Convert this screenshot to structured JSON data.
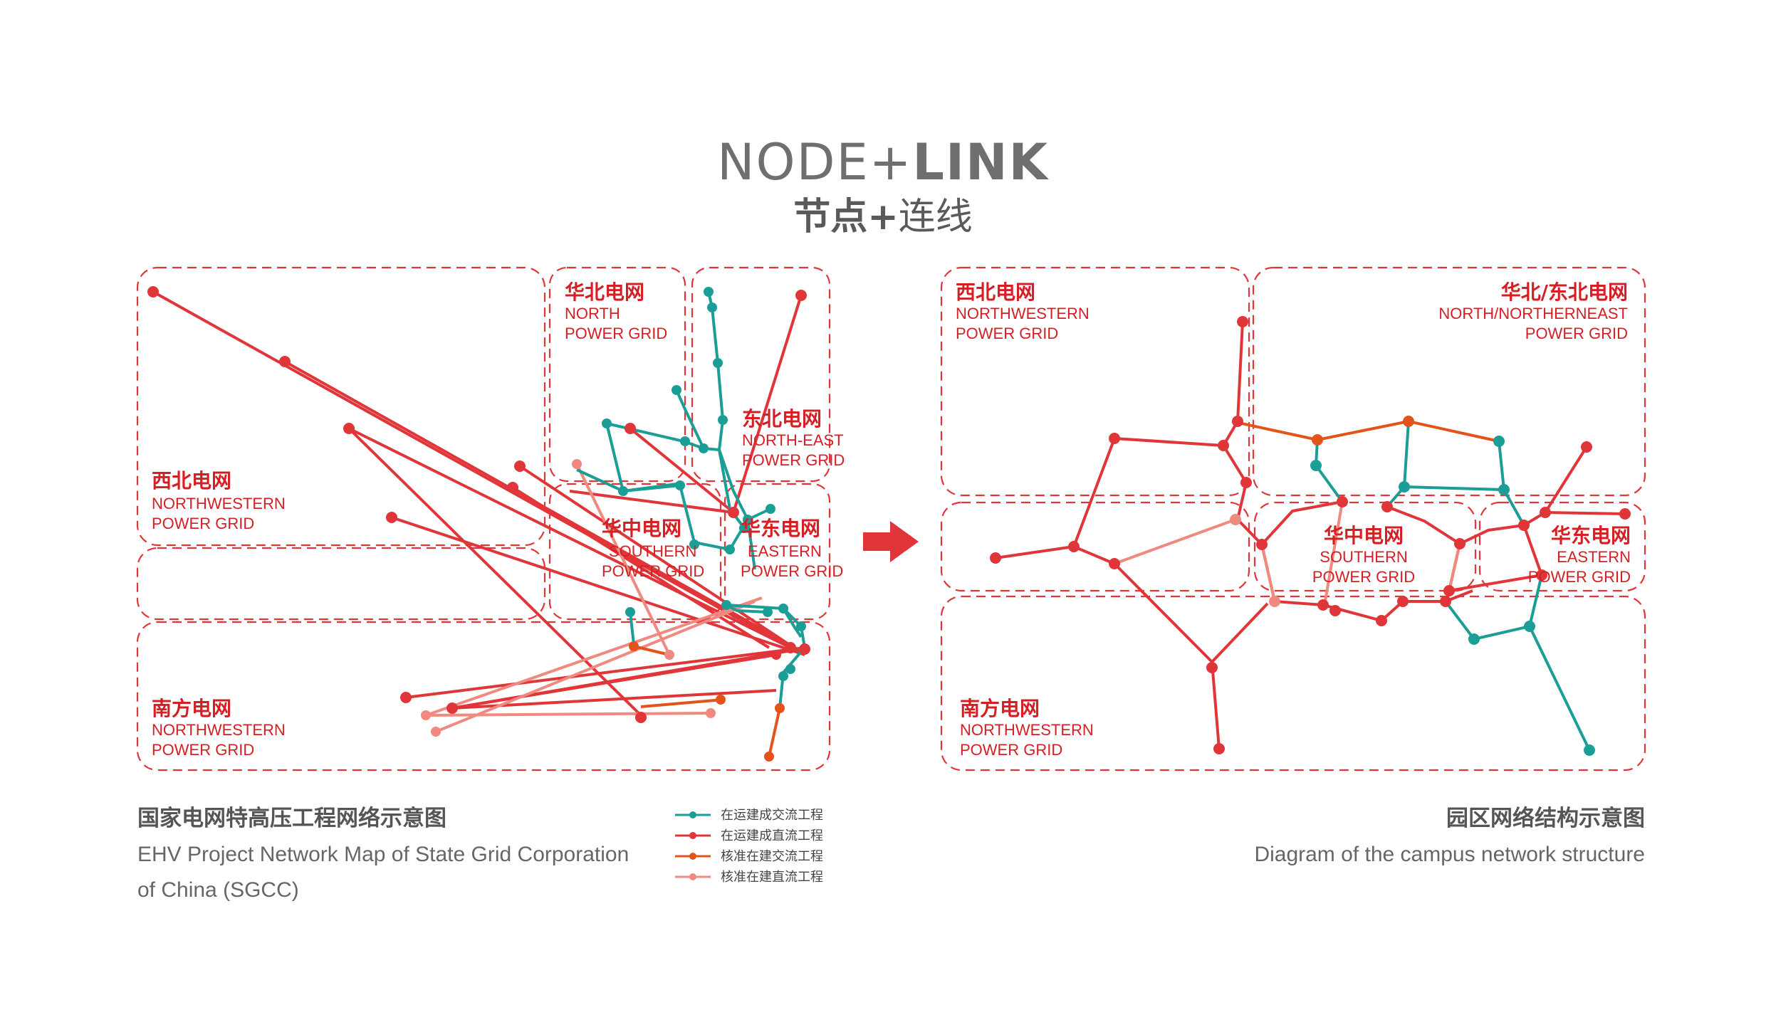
{
  "header": {
    "title_light": "NODE+",
    "title_bold": "LINK",
    "subtitle_bold": "节点+",
    "subtitle_light": "连线"
  },
  "colors": {
    "ac_built": "#1a9e96",
    "dc_built": "#e0363a",
    "ac_approved": "#e2541c",
    "dc_approved": "#f08a80",
    "region_label": "#d42024",
    "arrow": "#e0363a"
  },
  "left_map": {
    "regions": {
      "northwest": {
        "zh": "西北电网",
        "en1": "NORTHWESTERN",
        "en2": "POWER GRID"
      },
      "north": {
        "zh": "华北电网",
        "en1": "NORTH",
        "en2": "POWER GRID"
      },
      "northeast": {
        "zh": "东北电网",
        "en1": "NORTH-EAST",
        "en2": "POWER GRID"
      },
      "central": {
        "zh": "华中电网",
        "en1": "SOUTHERN",
        "en2": "POWER GRID"
      },
      "east": {
        "zh": "华东电网",
        "en1": "EASTERN",
        "en2": "POWER GRID"
      },
      "south": {
        "zh": "南方电网",
        "en1": "NORTHWESTERN",
        "en2": "POWER GRID"
      }
    },
    "caption": {
      "zh": "国家电网特高压工程网络示意图",
      "en1": "EHV Project Network Map of State Grid Corporation",
      "en2": "of China (SGCC)"
    },
    "legend": [
      {
        "label": "在运建成交流工程",
        "color": "#1a9e96"
      },
      {
        "label": "在运建成直流工程",
        "color": "#e0363a"
      },
      {
        "label": "核准在建交流工程",
        "color": "#e2541c"
      },
      {
        "label": "核准在建直流工程",
        "color": "#f08a80"
      }
    ]
  },
  "right_map": {
    "regions": {
      "northwest": {
        "zh": "西北电网",
        "en1": "NORTHWESTERN",
        "en2": "POWER GRID"
      },
      "north_northeast": {
        "zh": "华北/东北电网",
        "en1": "NORTH/NORTHERNEAST",
        "en2": "POWER GRID"
      },
      "central": {
        "zh": "华中电网",
        "en1": "SOUTHERN",
        "en2": "POWER GRID"
      },
      "east": {
        "zh": "华东电网",
        "en1": "EASTERN",
        "en2": "POWER GRID"
      },
      "south": {
        "zh": "南方电网",
        "en1": "NORTHWESTERN",
        "en2": "POWER GRID"
      }
    },
    "caption": {
      "zh": "园区网络结构示意图",
      "en": "Diagram of the campus network structure"
    }
  }
}
